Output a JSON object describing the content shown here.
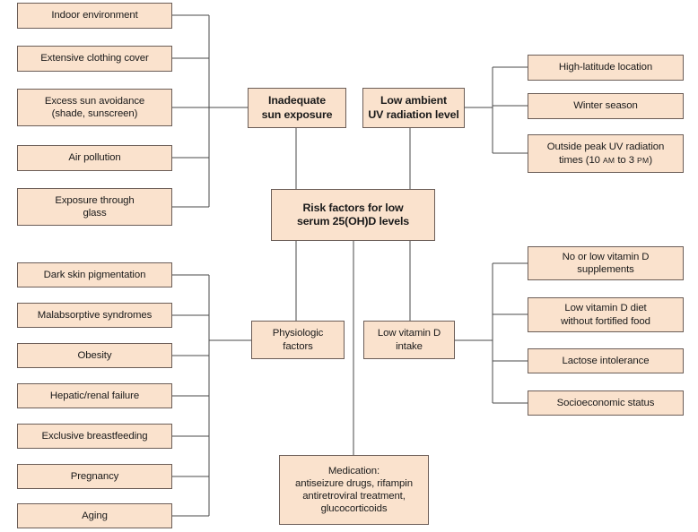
{
  "diagram": {
    "title_node": {
      "id": "risk-factors-center",
      "label": "Risk factors for low serum 25(OH)D levels",
      "lines": [
        "Risk factors for low",
        "serum 25(OH)D levels"
      ]
    },
    "colors": {
      "box_fill": "#fae2cd",
      "box_border": "#6b5d57",
      "connector": "#4a4a4a",
      "text": "#1a1a1a",
      "background": "#ffffff"
    },
    "branches": [
      {
        "id": "inadequate-sun-exposure",
        "label": "Inadequate sun exposure",
        "lines": [
          "Inadequate",
          "sun exposure"
        ],
        "bold": true,
        "children": [
          {
            "id": "indoor-environment",
            "label": "Indoor environment",
            "lines": [
              "Indoor environment"
            ]
          },
          {
            "id": "extensive-clothing-cover",
            "label": "Extensive clothing cover",
            "lines": [
              "Extensive clothing cover"
            ]
          },
          {
            "id": "excess-sun-avoidance",
            "label": "Excess sun avoidance (shade, sunscreen)",
            "lines": [
              "Excess sun avoidance",
              "(shade, sunscreen)"
            ]
          },
          {
            "id": "air-pollution",
            "label": "Air pollution",
            "lines": [
              "Air pollution"
            ]
          },
          {
            "id": "exposure-through-glass",
            "label": "Exposure through glass",
            "lines": [
              "Exposure through",
              "glass"
            ]
          }
        ]
      },
      {
        "id": "low-ambient-uv-radiation-level",
        "label": "Low ambient UV radiation level",
        "lines": [
          "Low ambient",
          "UV radiation level"
        ],
        "bold": true,
        "children": [
          {
            "id": "high-latitude-location",
            "label": "High-latitude location",
            "lines": [
              "High-latitude location"
            ]
          },
          {
            "id": "winter-season",
            "label": "Winter season",
            "lines": [
              "Winter season"
            ]
          },
          {
            "id": "outside-peak-uv-radiation-times",
            "label": "Outside peak UV radiation times (10 AM to 3 PM)",
            "lines": [
              "Outside peak UV radiation",
              "times (10 AM to 3 PM)"
            ],
            "line2_parts": {
              "pre": "times (10 ",
              "sc1": "AM",
              "mid": " to 3 ",
              "sc2": "PM",
              "post": ")"
            }
          }
        ]
      },
      {
        "id": "physiologic-factors",
        "label": "Physiologic factors",
        "lines": [
          "Physiologic",
          "factors"
        ],
        "bold": false,
        "children": [
          {
            "id": "dark-skin-pigmentation",
            "label": "Dark skin pigmentation",
            "lines": [
              "Dark skin pigmentation"
            ]
          },
          {
            "id": "malabsorptive-syndromes",
            "label": "Malabsorptive syndromes",
            "lines": [
              "Malabsorptive syndromes"
            ]
          },
          {
            "id": "obesity",
            "label": "Obesity",
            "lines": [
              "Obesity"
            ]
          },
          {
            "id": "hepatic-renal-failure",
            "label": "Hepatic/renal failure",
            "lines": [
              "Hepatic/renal failure"
            ]
          },
          {
            "id": "exclusive-breastfeeding",
            "label": "Exclusive breastfeeding",
            "lines": [
              "Exclusive breastfeeding"
            ]
          },
          {
            "id": "pregnancy",
            "label": "Pregnancy",
            "lines": [
              "Pregnancy"
            ]
          },
          {
            "id": "aging",
            "label": "Aging",
            "lines": [
              "Aging"
            ]
          }
        ]
      },
      {
        "id": "low-vitamin-d-intake",
        "label": "Low vitamin D intake",
        "lines": [
          "Low vitamin D",
          "intake"
        ],
        "bold": false,
        "children": [
          {
            "id": "no-or-low-vitamin-d-supplements",
            "label": "No or low vitamin D supplements",
            "lines": [
              "No or low vitamin D",
              "supplements"
            ]
          },
          {
            "id": "low-vitamin-d-diet",
            "label": "Low vitamin D diet without fortified food",
            "lines": [
              "Low vitamin D diet",
              "without fortified food"
            ]
          },
          {
            "id": "lactose-intolerance",
            "label": "Lactose intolerance",
            "lines": [
              "Lactose intolerance"
            ]
          },
          {
            "id": "socioeconomic-status",
            "label": "Socioeconomic status",
            "lines": [
              "Socioeconomic status"
            ]
          }
        ]
      },
      {
        "id": "medication",
        "label": "Medication: antiseizure drugs, rifampin antiretroviral treatment, glucocorticoids",
        "lines": [
          "Medication:",
          "antiseizure drugs, rifampin",
          "antiretroviral treatment,",
          "glucocorticoids"
        ],
        "bold": false,
        "children": []
      }
    ]
  }
}
